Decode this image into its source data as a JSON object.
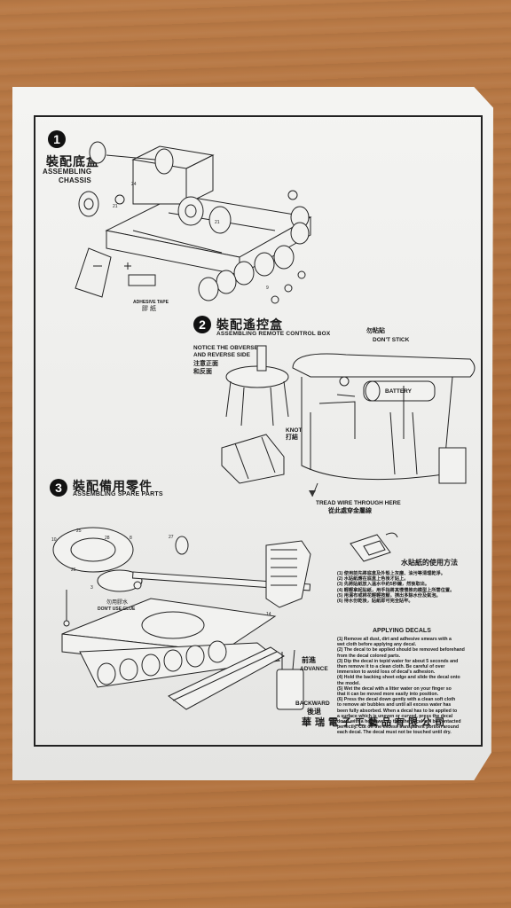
{
  "section1": {
    "number": "1",
    "title_zh": "裝配底盒",
    "title_en_1": "ASSEMBLING",
    "title_en_2": "CHASSIS",
    "tape_en": "ADHESIVE TAPE",
    "tape_zh": "膠 紙"
  },
  "section2": {
    "number": "2",
    "title_zh": "裝配遙控盒",
    "title_en": "ASSEMBLING REMOTE CONTROL BOX",
    "notice_en_1": "NOTICE THE OBVERSE",
    "notice_en_2": "AND REVERSE SIDE",
    "notice_zh_1": "注意正面",
    "notice_zh_2": "和反面",
    "dont_stick_zh": "勿粘貼",
    "dont_stick_en": "DON'T STICK",
    "battery": "BATTERY",
    "knot_en": "KNOT",
    "knot_zh": "打結",
    "tread_en": "TREAD WIRE THROUGH HERE",
    "tread_zh": "從此處穿金屬線"
  },
  "section3": {
    "number": "3",
    "title_zh": "裝配備用零件",
    "title_en": "ASSEMBLING SPARE PARTS",
    "dont_use_glue_zh": "勿用膠水",
    "dont_use_glue_en": "DON'T USE GLUE",
    "advance_zh": "前進",
    "advance_en": "ADVANCE",
    "backward_en": "BACKWARD",
    "backward_zh": "後退"
  },
  "decals": {
    "title_zh": "水貼紙的使用方法",
    "title_en": "APPLYING DECALS",
    "zh_lines": [
      "(1) 使用前先將底盒及外殼上灰塵、油污等清理乾淨。",
      "(2) 水貼紙應在底盒上色後才貼上。",
      "(3) 先將貼紙放入溫水中約5秒鐘，然後取出。",
      "(4) 輕輕拿起貼紙，用手指將其慢慢推向模型上所需位置。",
      "(5) 用濕布或棉花輕輕按壓，擠出多餘水份及氣泡。",
      "(6) 待水份乾後，貼紙即可完全貼牢。"
    ],
    "en_lines": [
      "(1) Remove all dust, dirt and adhesive smears with a",
      "wet cloth before applying any decal.",
      "(2) The decal to be applied should be removed beforehand",
      "from the decal colored parts.",
      "(3) Dip the decal in tepid water for about 5 seconds and",
      "then remove it to a clean cloth. Be careful of over",
      "immersion to avoid loss of decal's adhesion.",
      "(4) Hold the backing sheet edge and slide the decal onto",
      "the model.",
      "(5) Wet the decal with a litter water on your finger so",
      "that it can be moved more easily into position.",
      "(6) Press the decal down gently with a clean soft cloth",
      "to remove air bubbles and until all excess water has",
      "been fully absorbed. When a decal has to be applied to",
      "a surface which is uneven or curved, press the decal",
      "down with a hot towel so that the decal will be contacted",
      "perfectly. Cut off the excess transparent portion around",
      "each decal. The decal must not be touched until dry."
    ]
  },
  "company": "華瑞電子工藝品有限公司",
  "part_numbers": [
    "21",
    "24",
    "21",
    "9",
    "3",
    "8",
    "27",
    "28",
    "25",
    "10",
    "14",
    "26"
  ]
}
